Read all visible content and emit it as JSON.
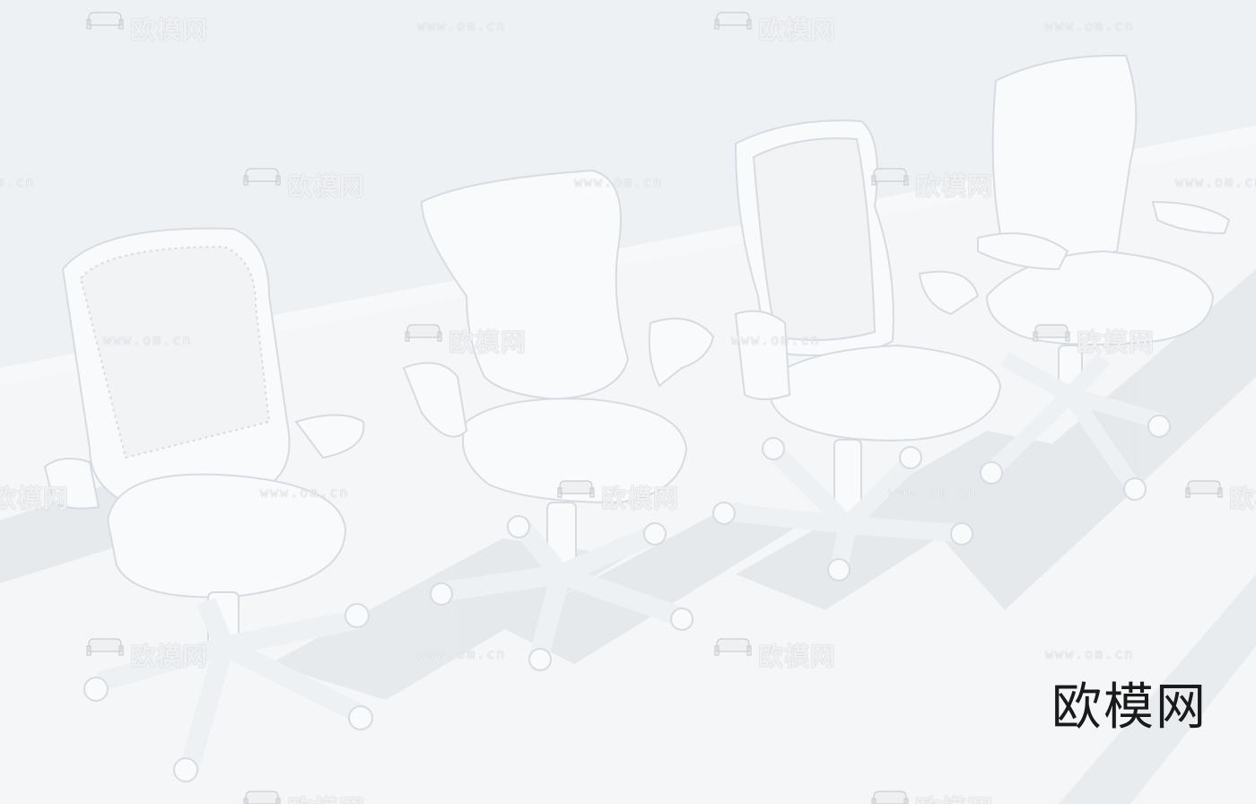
{
  "image": {
    "subject": "Four white office task chairs",
    "palette": {
      "background": "#f4f6f7",
      "wall": "#eef1f3",
      "shadow": "#dfe4e8",
      "chair": "#f9fafb",
      "chair_edge": "#d6dce1"
    }
  },
  "watermarks": {
    "logo_text": "欧模网",
    "url_text": "www.om.cn",
    "brand_mark": "欧模网"
  }
}
